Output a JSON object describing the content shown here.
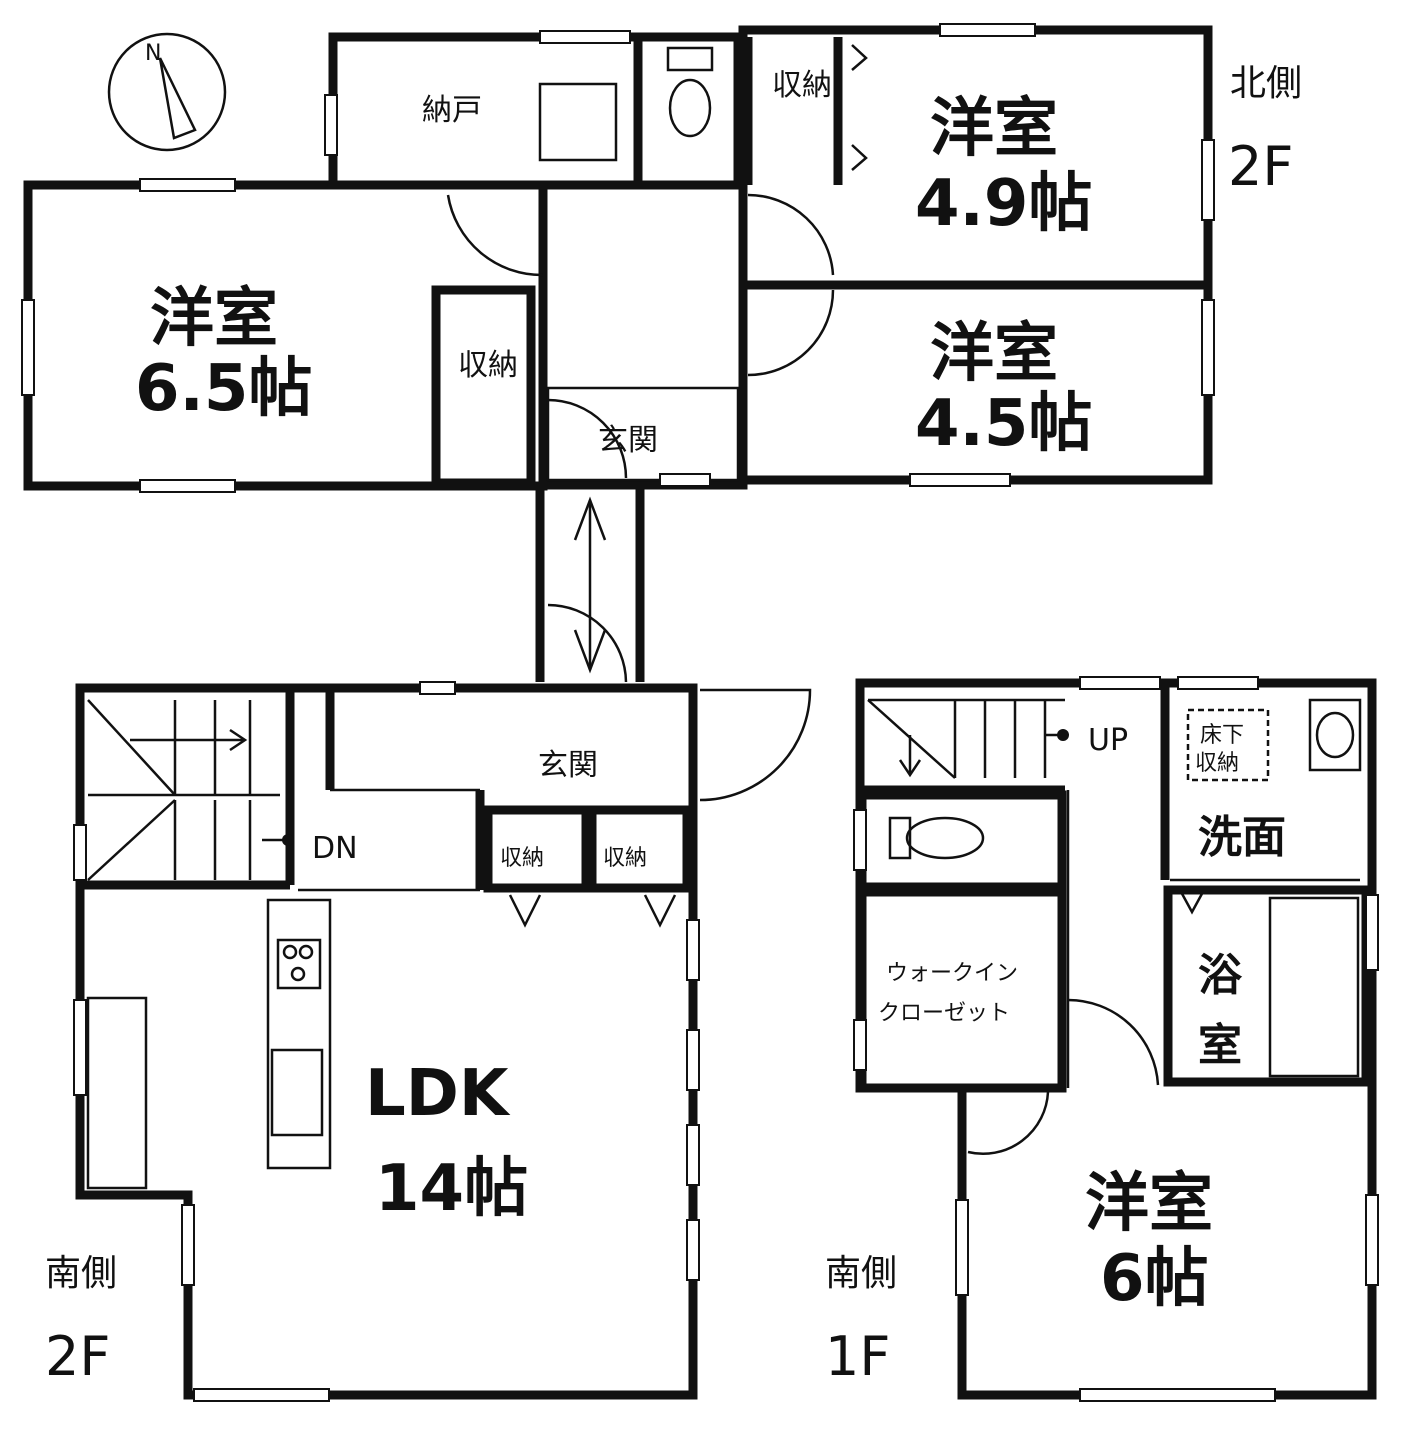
{
  "labels": {
    "north_side": "北側",
    "south_side_2f": "南側",
    "south_side_1f": "南側",
    "floor_2f_top": "2F",
    "floor_2f_bottom": "2F",
    "floor_1f": "1F",
    "nando": "納戸",
    "shuno": "収納",
    "genkan": "玄関",
    "up": "UP",
    "dn": "DN",
    "senmen": "洗面",
    "yuka_shita_1": "床下",
    "yuka_shita_2": "収納",
    "walkin_1": "ウォークイン",
    "walkin_2": "クローゼット",
    "yoku": "浴",
    "yoku_shitsu": "室"
  },
  "rooms": {
    "youshitsu": "洋室",
    "r65": "6.5帖",
    "r49": "4.9帖",
    "r45": "4.5帖",
    "r6": "6帖",
    "ldk": "LDK",
    "ldk_size": "14帖"
  },
  "compass": {
    "label": "N"
  }
}
